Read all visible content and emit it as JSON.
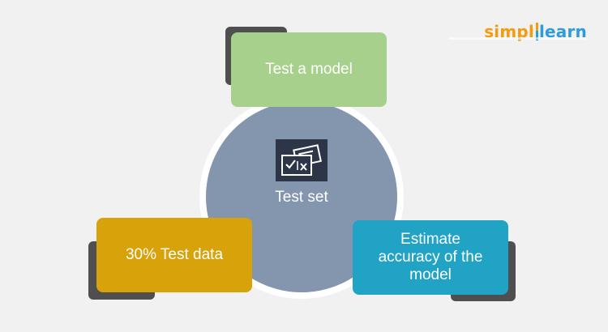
{
  "logo": {
    "part1": "simpl",
    "part2": "learn"
  },
  "center": {
    "label": "Test set",
    "icon": "test-paper-check-x-icon"
  },
  "cards": {
    "top": {
      "label": "Test a model"
    },
    "left": {
      "label": "30% Test data"
    },
    "right": {
      "label": "Estimate\naccuracy of the\nmodel"
    }
  },
  "colors": {
    "background": "#f1f1f1",
    "circle": "#8496ae",
    "icon_bg": "#2c3648",
    "top_card": "#a8d08d",
    "left_card": "#d8a20a",
    "right_card": "#21a3c6",
    "card_shadow": "#4f4f4f",
    "logo_orange": "#f39c12",
    "logo_blue": "#2d9be0"
  }
}
